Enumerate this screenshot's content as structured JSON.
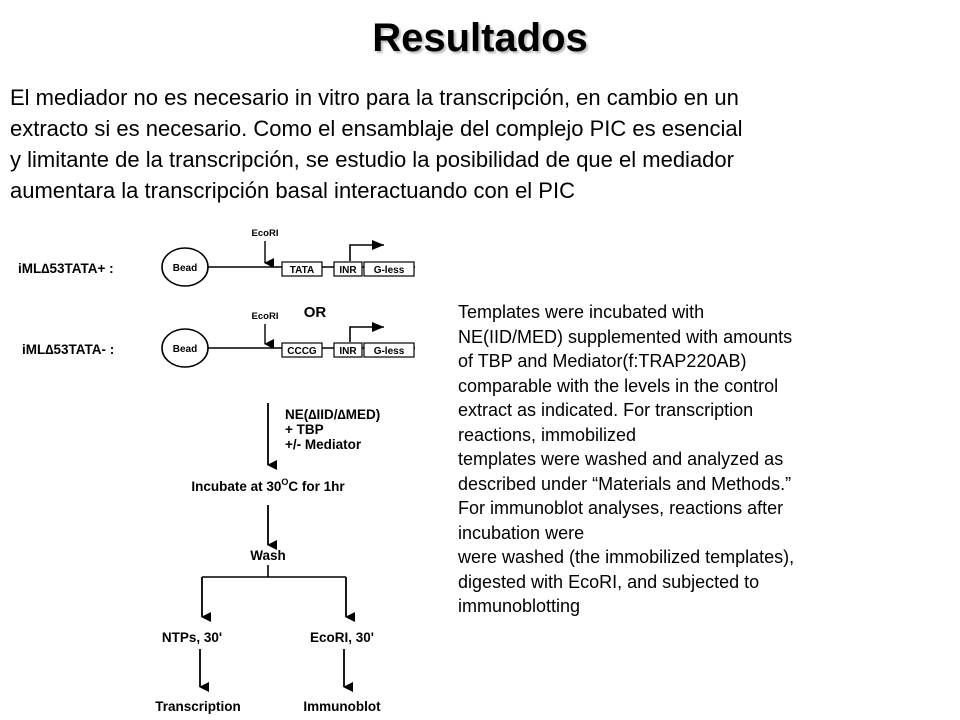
{
  "slide": {
    "title": "Resultados",
    "intro_lines": [
      "El mediador no es necesario in vitro para la transcripción, en cambio en un",
      "extracto si es necesario. Como el ensamblaje del complejo PIC es esencial",
      "y limitante de la transcripción, se estudio la posibilidad de que el mediador",
      "aumentara la transcripción basal interactuando con el PIC"
    ],
    "caption_lines": [
      "Templates were incubated with",
      "NE(IID/MED) supplemented with amounts",
      "of TBP and Mediator(f:TRAP220AB)",
      "comparable with the levels in the control",
      "extract as indicated. For transcription",
      "reactions, immobilized",
      "templates were washed and analyzed as",
      "described under “Materials and Methods.”",
      "For immunoblot analyses, reactions after",
      "incubation were",
      "were washed (the immobilized templates),",
      "digested with EcoRI, and subjected to",
      "immunoblotting"
    ]
  },
  "diagram": {
    "template_plus": {
      "label": "iML∆53TATA+ :",
      "bead": "Bead",
      "site": "EcoRI",
      "boxes": [
        "TATA",
        "INR",
        "G-less"
      ]
    },
    "or_label": "OR",
    "template_minus": {
      "label": "iML∆53TATA- :",
      "bead": "Bead",
      "site": "EcoRI",
      "boxes": [
        "CCCG",
        "INR",
        "G-less"
      ]
    },
    "additions": [
      "NE(∆IID/∆MED)",
      "+ TBP",
      "+/- Mediator"
    ],
    "incubate": {
      "prefix": "Incubate at 30",
      "superscript": "O",
      "suffix": "C for 1hr"
    },
    "wash": "Wash",
    "left_branch": {
      "step": "NTPs, 30'",
      "result": "Transcription"
    },
    "right_branch": {
      "step": "EcoRI, 30'",
      "result": "Immunoblot"
    }
  }
}
